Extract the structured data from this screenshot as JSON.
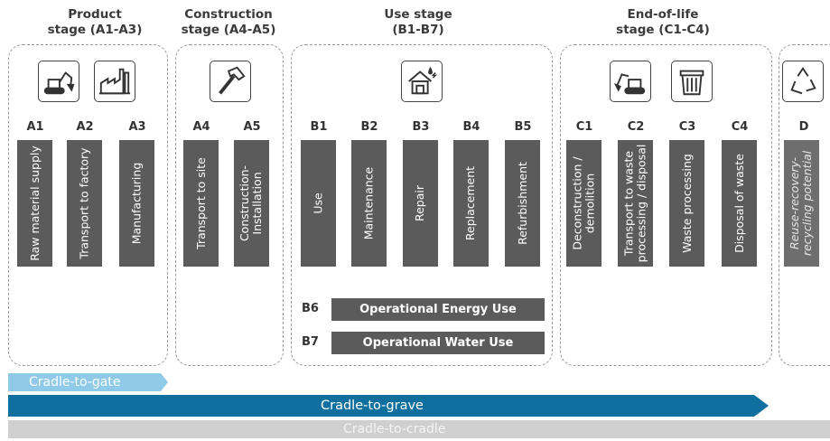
{
  "stages": [
    {
      "title_line1": "Product",
      "title_line2": "stage (A1-A3)"
    },
    {
      "title_line1": "Construction",
      "title_line2": "stage (A4-A5)"
    },
    {
      "title_line1": "Use stage",
      "title_line2": "(B1-B7)"
    },
    {
      "title_line1": "End-of-life",
      "title_line2": "stage (C1-C4)"
    }
  ],
  "modules": [
    {
      "code": "A1",
      "label": "Raw material supply"
    },
    {
      "code": "A2",
      "label": "Transport to factory"
    },
    {
      "code": "A3",
      "label": "Manufacturing"
    },
    {
      "code": "A4",
      "label": "Transport to site"
    },
    {
      "code": "A5",
      "label_line1": "Construction-",
      "label_line2": "Installation"
    },
    {
      "code": "B1",
      "label": "Use"
    },
    {
      "code": "B2",
      "label": "Maintenance"
    },
    {
      "code": "B3",
      "label": "Repair"
    },
    {
      "code": "B4",
      "label": "Replacement"
    },
    {
      "code": "B5",
      "label": "Refurbishment"
    },
    {
      "code": "C1",
      "label_line1": "Deconstruction /",
      "label_line2": "demolition"
    },
    {
      "code": "C2",
      "label_line1": "Transport to waste",
      "label_line2": "processing / disposal"
    },
    {
      "code": "C3",
      "label": "Waste processing"
    },
    {
      "code": "C4",
      "label": "Disposal of waste"
    },
    {
      "code": "D",
      "label_line1": "Reuse-recovery-",
      "label_line2": "recycling potential"
    }
  ],
  "operational": [
    {
      "code": "B6",
      "label": "Operational Energy Use"
    },
    {
      "code": "B7",
      "label": "Operational Water Use"
    }
  ],
  "scopes": [
    {
      "label": "Cradle-to-gate",
      "color": "#8fcbe8"
    },
    {
      "label": "Cradle-to-grave",
      "color": "#0f6f9e"
    },
    {
      "label": "Cradle-to-cradle",
      "color": "#cfcfcf"
    }
  ],
  "icons": [
    "excavator-icon",
    "factory-icon",
    "hammer-icon",
    "house-icon",
    "excavator-icon",
    "trash-bin-icon",
    "recycle-icon"
  ]
}
